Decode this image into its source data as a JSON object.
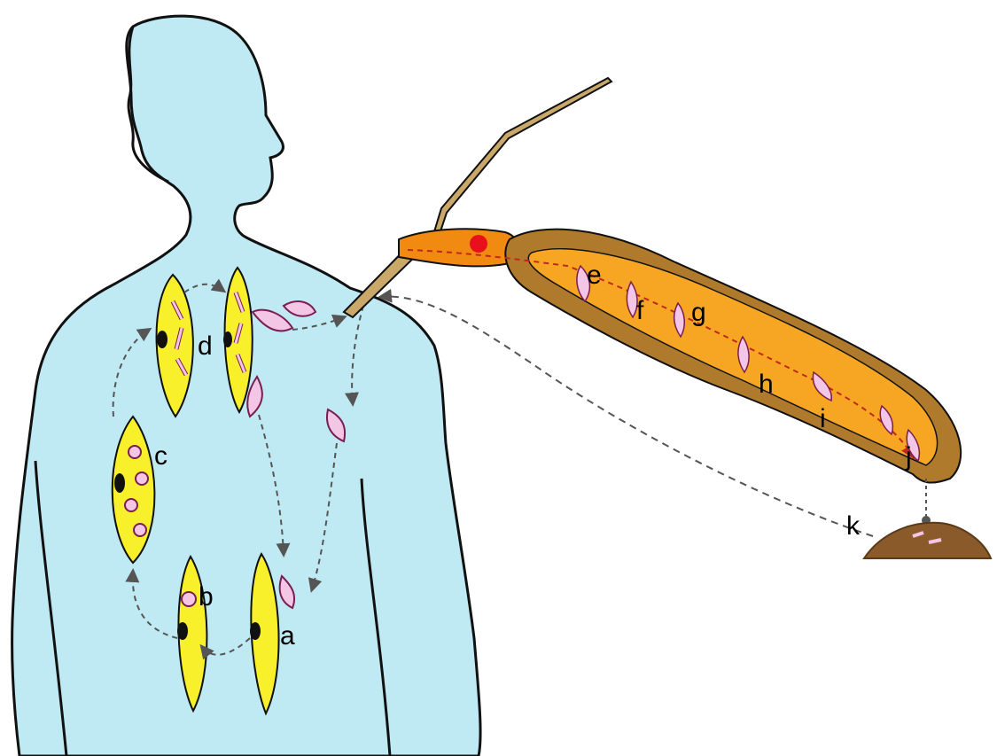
{
  "diagram": {
    "labels": {
      "a": "a",
      "b": "b",
      "c": "c",
      "d": "d",
      "e": "e",
      "f": "f",
      "g": "g",
      "h": "h",
      "i": "i",
      "j": "j",
      "k": "k"
    }
  },
  "colors": {
    "body_fill": "#bfeaf3",
    "outline": "#111111",
    "cell_fill": "#f7f02a",
    "bug_fill": "#f08a10",
    "bug_dark": "#b07a2c",
    "parasite": "#f4c6e6",
    "parasite_stroke": "#7a1d52",
    "feces": "#8a5a2a",
    "arrow": "#555555",
    "red_gland": "#e8101a"
  },
  "icons": {
    "figure": "human-torso",
    "vector": "triatomine-bug-abdomen",
    "cells": "host-cell",
    "parasites": "trypanosome",
    "deposit": "feces-mound"
  }
}
